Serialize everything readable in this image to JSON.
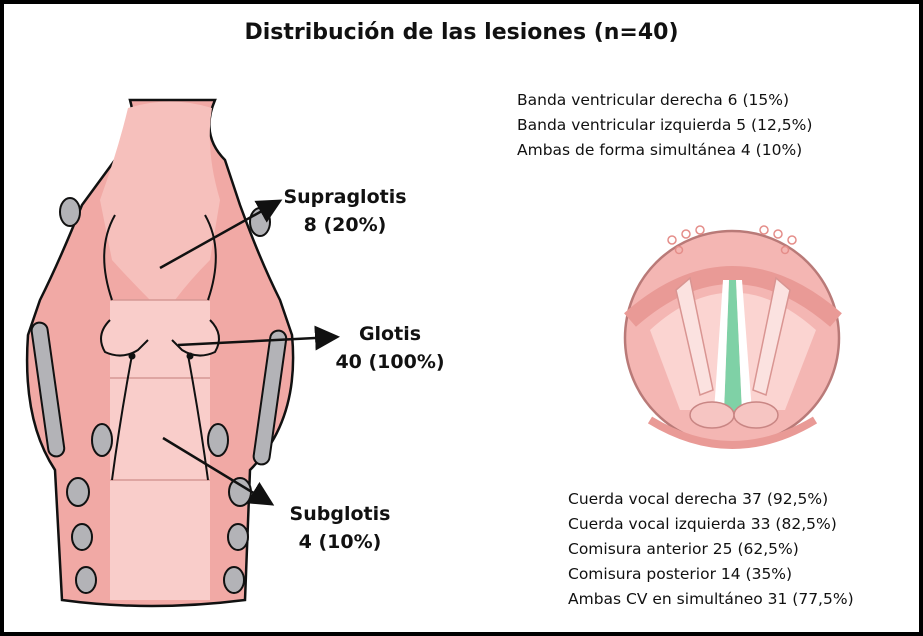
{
  "title": "Distribución de las lesiones (n=40)",
  "regions": [
    {
      "name": "Supraglotis",
      "value": "8 (20%)"
    },
    {
      "name": "Glotis",
      "value": "40 (100%)"
    },
    {
      "name": "Subglotis",
      "value": "4 (10%)"
    }
  ],
  "supraglottic_details": [
    "Banda ventricular derecha 6 (15%)",
    "Banda ventricular izquierda 5 (12,5%)",
    "Ambas de forma simultánea 4 (10%)"
  ],
  "glottic_details": [
    "Cuerda vocal derecha 37 (92,5%)",
    "Cuerda vocal izquierda 33 (82,5%)",
    "Comisura anterior 25 (62,5%)",
    "Comisura posterior 14 (35%)",
    "Ambas CV en simultáneo 31 (77,5%)"
  ],
  "colors": {
    "tissue": "#f1a9a5",
    "lumen": "#f9cdca",
    "cartilage": "#b3b3b7",
    "outline": "#111111",
    "cord_gap": "#7fd1a6"
  }
}
